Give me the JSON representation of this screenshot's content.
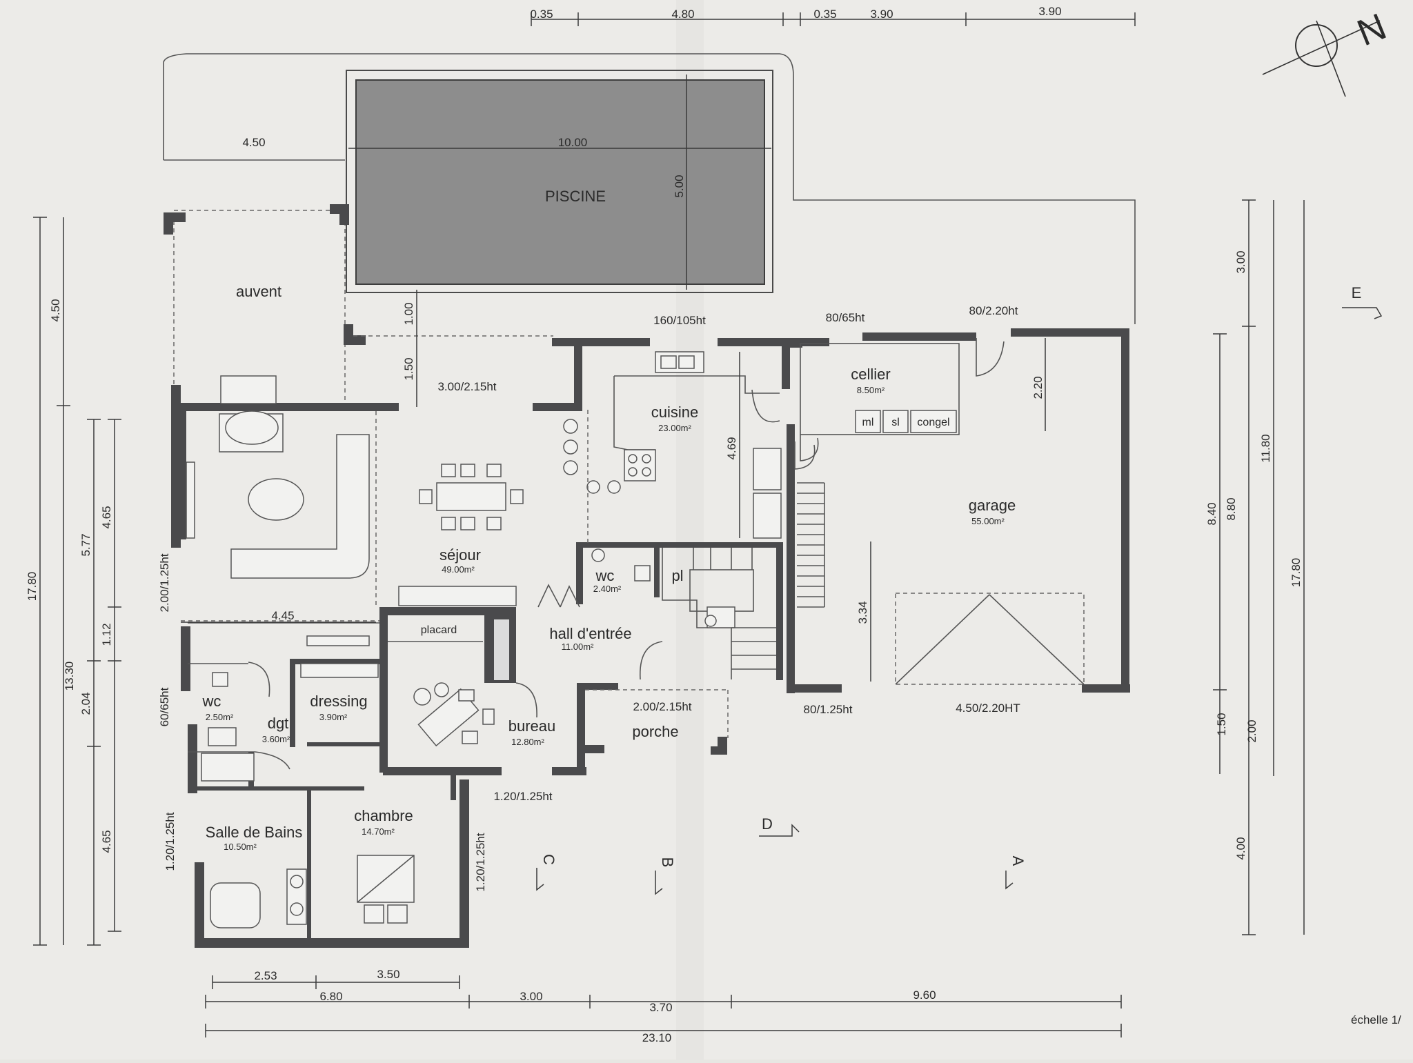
{
  "plan": {
    "rooms": [
      {
        "name": "PISCINE",
        "area": ""
      },
      {
        "name": "auvent",
        "area": ""
      },
      {
        "name": "cuisine",
        "area": "23.00m²"
      },
      {
        "name": "cellier",
        "area": "8.50m²"
      },
      {
        "name": "garage",
        "area": "55.00m²"
      },
      {
        "name": "séjour",
        "area": "49.00m²"
      },
      {
        "name": "wc",
        "area": "2.40m²"
      },
      {
        "name": "pl",
        "area": ""
      },
      {
        "name": "hall d'entrée",
        "area": "11.00m²"
      },
      {
        "name": "placard",
        "area": ""
      },
      {
        "name": "dressing",
        "area": "3.90m²"
      },
      {
        "name": "dgt",
        "area": "3.60m²"
      },
      {
        "name": "wc",
        "area": "2.50m²"
      },
      {
        "name": "bureau",
        "area": "12.80m²"
      },
      {
        "name": "porche",
        "area": ""
      },
      {
        "name": "chambre",
        "area": "14.70m²"
      },
      {
        "name": "Salle de Bains",
        "area": "10.50m²"
      }
    ],
    "appliances": [
      "ml",
      "sl",
      "congel"
    ],
    "openings": [
      "160/105ht",
      "80/65ht",
      "80/2.20ht",
      "3.00/2.15ht",
      "2.00/1.25ht",
      "60/65ht",
      "1.20/1.25ht",
      "1.20/1.25ht",
      "1.20/1.25ht",
      "2.00/2.15ht",
      "80/1.25ht",
      "4.50/2.20HT"
    ],
    "pool_dims": {
      "length": "10.00",
      "width": "5.00",
      "offset": "4.50"
    },
    "top_dims": [
      "0.35",
      "4.80",
      "0.35",
      "3.90",
      "3.90"
    ],
    "left_dims": [
      "17.80",
      "4.50",
      "13.30",
      "5.77",
      "4.65",
      "1.12",
      "2.04",
      "4.65"
    ],
    "right_dims": [
      "3.00",
      "11.80",
      "17.80",
      "8.40",
      "8.80",
      "1.50",
      "2.00",
      "4.00"
    ],
    "bottom_dims": [
      "2.53",
      "3.50",
      "6.80",
      "3.00",
      "3.70",
      "9.60",
      "23.10"
    ],
    "inner_dims": [
      "1.00",
      "1.50",
      "4.45",
      "4.69",
      "2.20",
      "3.34"
    ],
    "sections": [
      "A",
      "B",
      "C",
      "D",
      "E"
    ],
    "scale": "échelle 1/",
    "north": "N"
  }
}
